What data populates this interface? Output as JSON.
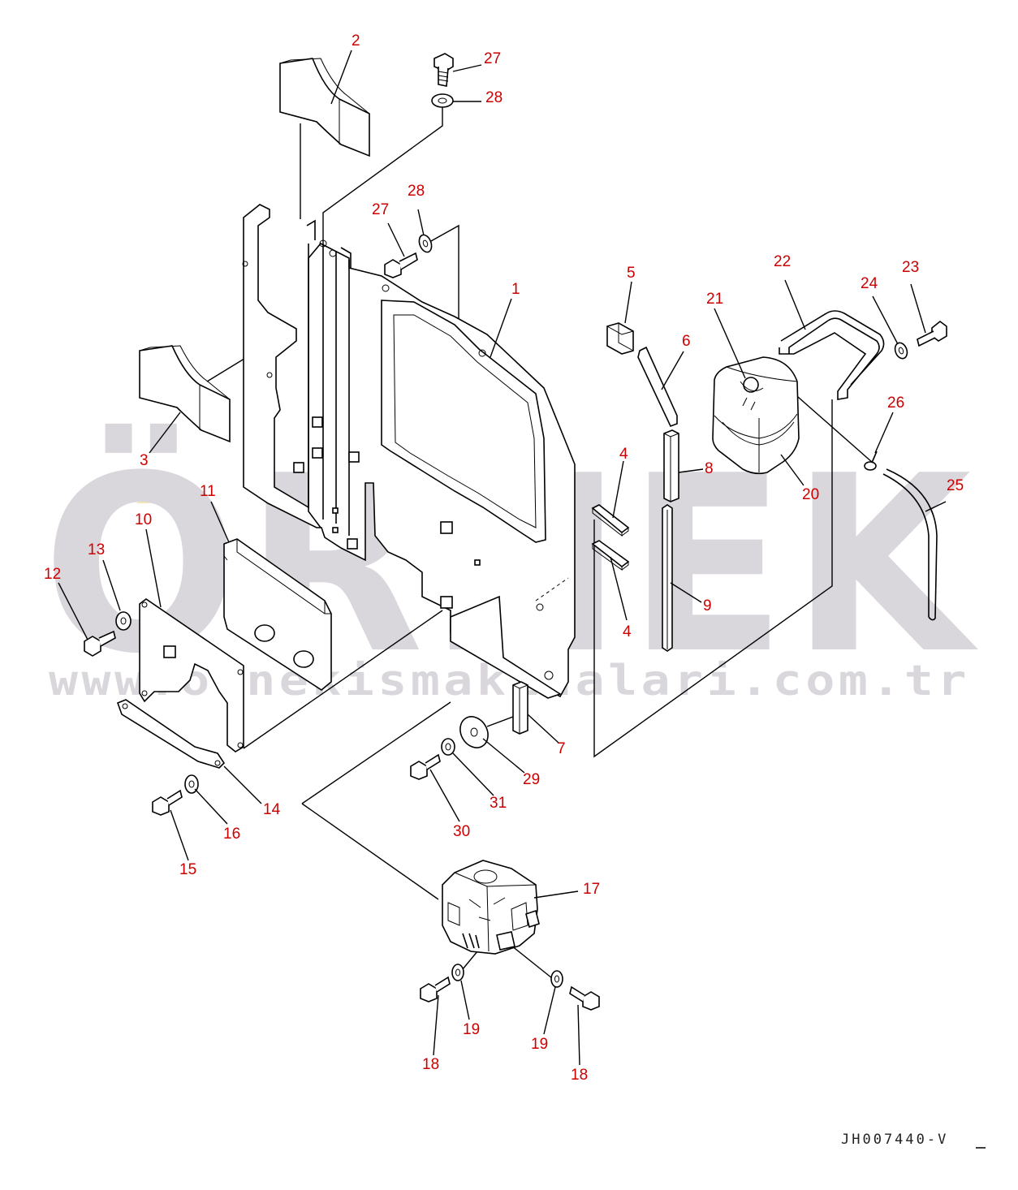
{
  "watermark": {
    "brand": "ÖRNEK",
    "url": "www.ornekismakinalari.com.tr"
  },
  "drawing_code": "JH007440-V",
  "callouts": [
    {
      "id": "c-2",
      "text": "2"
    },
    {
      "id": "c-27a",
      "text": "27"
    },
    {
      "id": "c-28a",
      "text": "28"
    },
    {
      "id": "c-28b",
      "text": "28"
    },
    {
      "id": "c-27b",
      "text": "27"
    },
    {
      "id": "c-1",
      "text": "1"
    },
    {
      "id": "c-5",
      "text": "5"
    },
    {
      "id": "c-6",
      "text": "6"
    },
    {
      "id": "c-21",
      "text": "21"
    },
    {
      "id": "c-22",
      "text": "22"
    },
    {
      "id": "c-23",
      "text": "23"
    },
    {
      "id": "c-24",
      "text": "24"
    },
    {
      "id": "c-26",
      "text": "26"
    },
    {
      "id": "c-25",
      "text": "25"
    },
    {
      "id": "c-20",
      "text": "20"
    },
    {
      "id": "c-8",
      "text": "8"
    },
    {
      "id": "c-4a",
      "text": "4"
    },
    {
      "id": "c-4b",
      "text": "4"
    },
    {
      "id": "c-9",
      "text": "9"
    },
    {
      "id": "c-3",
      "text": "3"
    },
    {
      "id": "c-11",
      "text": "11"
    },
    {
      "id": "c-10",
      "text": "10"
    },
    {
      "id": "c-13",
      "text": "13"
    },
    {
      "id": "c-12",
      "text": "12"
    },
    {
      "id": "c-7",
      "text": "7"
    },
    {
      "id": "c-29",
      "text": "29"
    },
    {
      "id": "c-31",
      "text": "31"
    },
    {
      "id": "c-30",
      "text": "30"
    },
    {
      "id": "c-14",
      "text": "14"
    },
    {
      "id": "c-16",
      "text": "16"
    },
    {
      "id": "c-15",
      "text": "15"
    },
    {
      "id": "c-17",
      "text": "17"
    },
    {
      "id": "c-19a",
      "text": "19"
    },
    {
      "id": "c-19b",
      "text": "19"
    },
    {
      "id": "c-18a",
      "text": "18"
    },
    {
      "id": "c-18b",
      "text": "18"
    }
  ]
}
